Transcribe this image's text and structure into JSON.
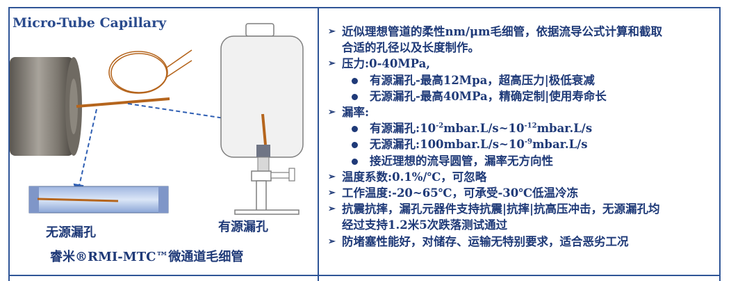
{
  "left_panel": {
    "title": "Micro-Tube Capillary",
    "label_no_source_leak": "无源漏孔",
    "label_source_leak": "有源漏孔",
    "caption": "睿米®RMI-MTC™微通道毛细管"
  },
  "right_panel": {
    "intro_line1": "近似理想管道的柔性nm/μm毛细管，依据流导公式计算和截取",
    "intro_line2": "合适的孔径以及长度制作。",
    "pressure_heading": "压力:0-40MPa,",
    "pressure_active": "有源漏孔-最高12Mpa，超高压力|极低衰减",
    "pressure_passive": "无源漏孔-最高40MPa，精确定制|使用寿命长",
    "leak_rate_heading": "漏率:",
    "leak_active_prefix": "有源漏孔:10",
    "leak_active_exp1": "-2",
    "leak_active_mid": "mbar.L/s~10",
    "leak_active_exp2": "-12",
    "leak_active_suffix": "mbar.L/s",
    "leak_passive_prefix": "无源漏孔:100mbar.L/s~10",
    "leak_passive_exp": "-9",
    "leak_passive_suffix": "mbar.L/s",
    "leak_ideal": "接近理想的流导圆管，漏率无方向性",
    "temp_coef": "温度系数:0.1%/℃，可忽略",
    "work_temp": "工作温度:-20~65℃，可承受-30℃低温冷冻",
    "shock_line1": "抗震抗摔，漏孔元器件支持抗震|抗摔|抗高压冲击，无源漏孔均",
    "shock_line2": "经过支持1.2米5次跌落测试通过",
    "anti_clog": "防堵塞性能好，对储存、运输无特别要求，适合恶劣工况"
  },
  "colors": {
    "border": "#2f5597",
    "text": "#1f3a78",
    "capillary": "#b5651d",
    "dashed_arrow": "#2f5fb3"
  }
}
